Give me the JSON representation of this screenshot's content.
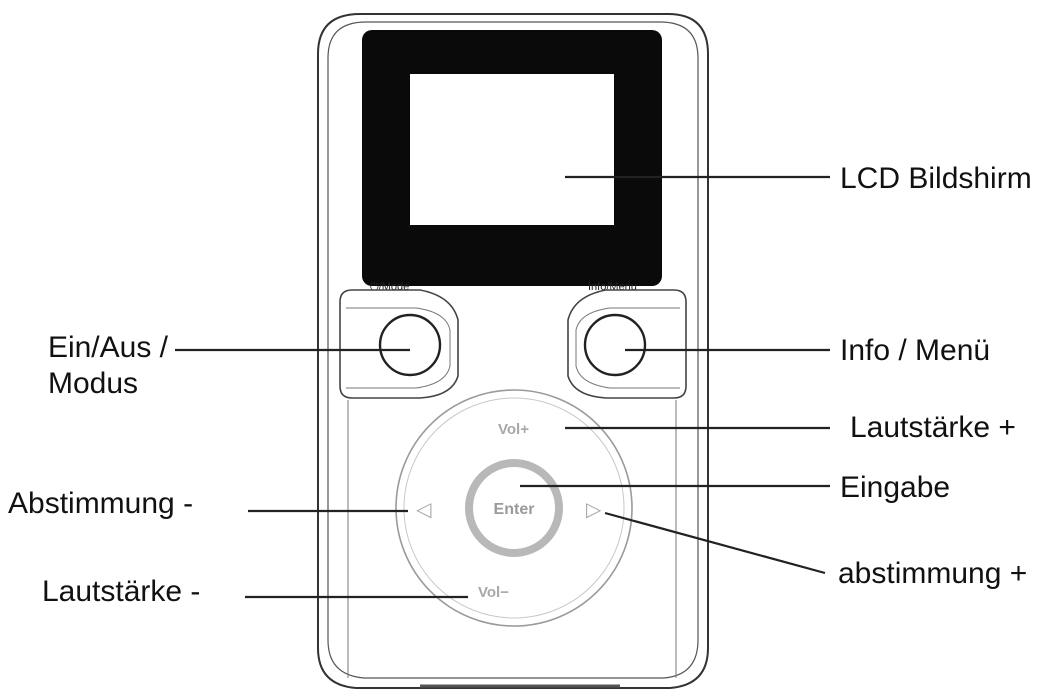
{
  "device": {
    "mode_key_label": "⏻/Mode",
    "info_key_label": "Info/Menu",
    "vol_up_label": "Vol+",
    "vol_down_label": "Vol−",
    "enter_label": "Enter",
    "left_arrow_glyph": "◁",
    "right_arrow_glyph": "▷"
  },
  "callouts": {
    "lcd": "LCD Bildshirm",
    "power_mode_line1": "Ein/Aus /",
    "power_mode_line2": "Modus",
    "info_menu": "Info / Menü",
    "volume_up": "Lautstärke +",
    "enter": "Eingabe",
    "tune_down": "Abstimmung -",
    "tune_up": "abstimmung +",
    "volume_down": "Lautstärke -"
  }
}
